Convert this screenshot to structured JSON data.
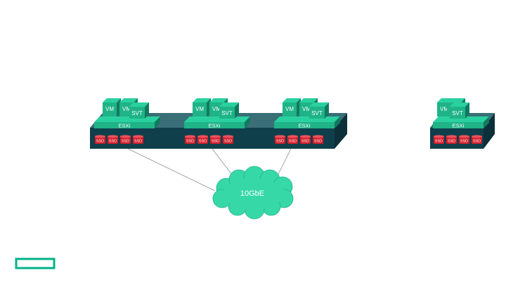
{
  "colors": {
    "teal_light": "#2ad1a0",
    "teal_mid": "#1fb387",
    "teal_dark": "#0f7a5e",
    "slab_top": "#3a6f78",
    "slab_front": "#0f3f4b",
    "ssd_red": "#d41f2c",
    "cloud": "#36d8a8",
    "logo": "#00b388"
  },
  "hosts": [
    {
      "id": "host-1",
      "vms": [
        "VM",
        "VM"
      ],
      "svt": "SVT",
      "esxi": "ESXi",
      "ssds": [
        "SSD",
        "SSD",
        "SSD",
        "SSD"
      ]
    },
    {
      "id": "host-2",
      "vms": [
        "VM",
        "VM"
      ],
      "svt": "SVT",
      "esxi": "ESXi",
      "ssds": [
        "SSD",
        "SSD",
        "SSD",
        "SSD"
      ]
    },
    {
      "id": "host-3",
      "vms": [
        "VM",
        "VM"
      ],
      "svt": "SVT",
      "esxi": "ESXi",
      "ssds": [
        "SSD",
        "SSD",
        "SSD",
        "SSD"
      ]
    },
    {
      "id": "host-4",
      "vms": [
        "VM",
        "VM"
      ],
      "svt": "SVT",
      "esxi": "ESXi",
      "ssds": [
        "SSD",
        "SSD",
        "SSD",
        "SSD"
      ]
    }
  ],
  "network": {
    "label": "10GbE"
  }
}
